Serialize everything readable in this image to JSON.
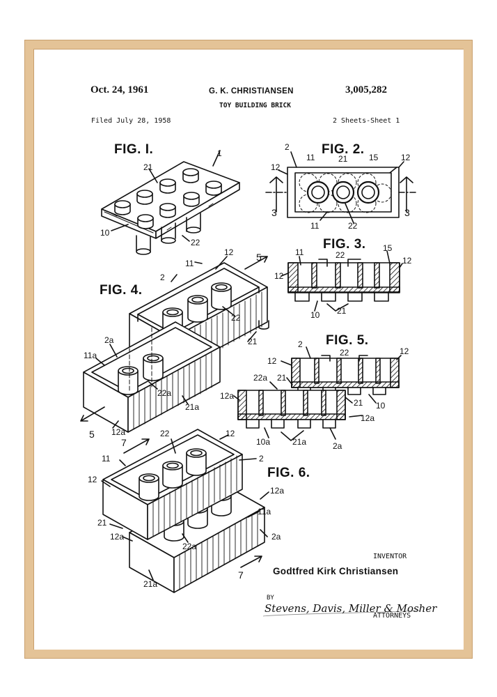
{
  "header": {
    "date": "Oct. 24, 1961",
    "inventor_name": "G. K. CHRISTIANSEN",
    "title": "TOY BUILDING BRICK",
    "patent_number": "3,005,282",
    "filed": "Filed July 28, 1958",
    "sheets": "2 Sheets-Sheet 1"
  },
  "figures": {
    "fig1": "FIG. I.",
    "fig2": "FIG. 2.",
    "fig3": "FIG. 3.",
    "fig4": "FIG. 4.",
    "fig5": "FIG. 5.",
    "fig6": "FIG. 6."
  },
  "labels": {
    "fig1": [
      "1",
      "21",
      "10",
      "22"
    ],
    "fig2": [
      "2",
      "11",
      "21",
      "15",
      "12",
      "12",
      "3",
      "3",
      "11",
      "22"
    ],
    "fig3": [
      "11",
      "22",
      "15",
      "12",
      "12",
      "10",
      "21"
    ],
    "fig4": [
      "12",
      "11",
      "5",
      "2",
      "22",
      "21",
      "2a",
      "11a",
      "22a",
      "21a",
      "12a",
      "5"
    ],
    "fig5": [
      "2",
      "22",
      "12",
      "12",
      "22a",
      "21",
      "12a",
      "21",
      "10",
      "12a",
      "10a",
      "21a",
      "2a"
    ],
    "fig6": [
      "7",
      "22",
      "12",
      "11",
      "2",
      "12",
      "12a",
      "11a",
      "21",
      "12a",
      "22a",
      "2a",
      "21a",
      "7"
    ]
  },
  "footer": {
    "inventor_caption": "INVENTOR",
    "inventor_full": "Godtfred Kirk Christiansen",
    "by": "BY",
    "attorney_signature": "Stevens, Davis, Miller & Mosher",
    "attorneys": "ATTORNEYS"
  },
  "colors": {
    "frame": "#e4c397",
    "ink": "#111111",
    "paper": "#ffffff"
  }
}
